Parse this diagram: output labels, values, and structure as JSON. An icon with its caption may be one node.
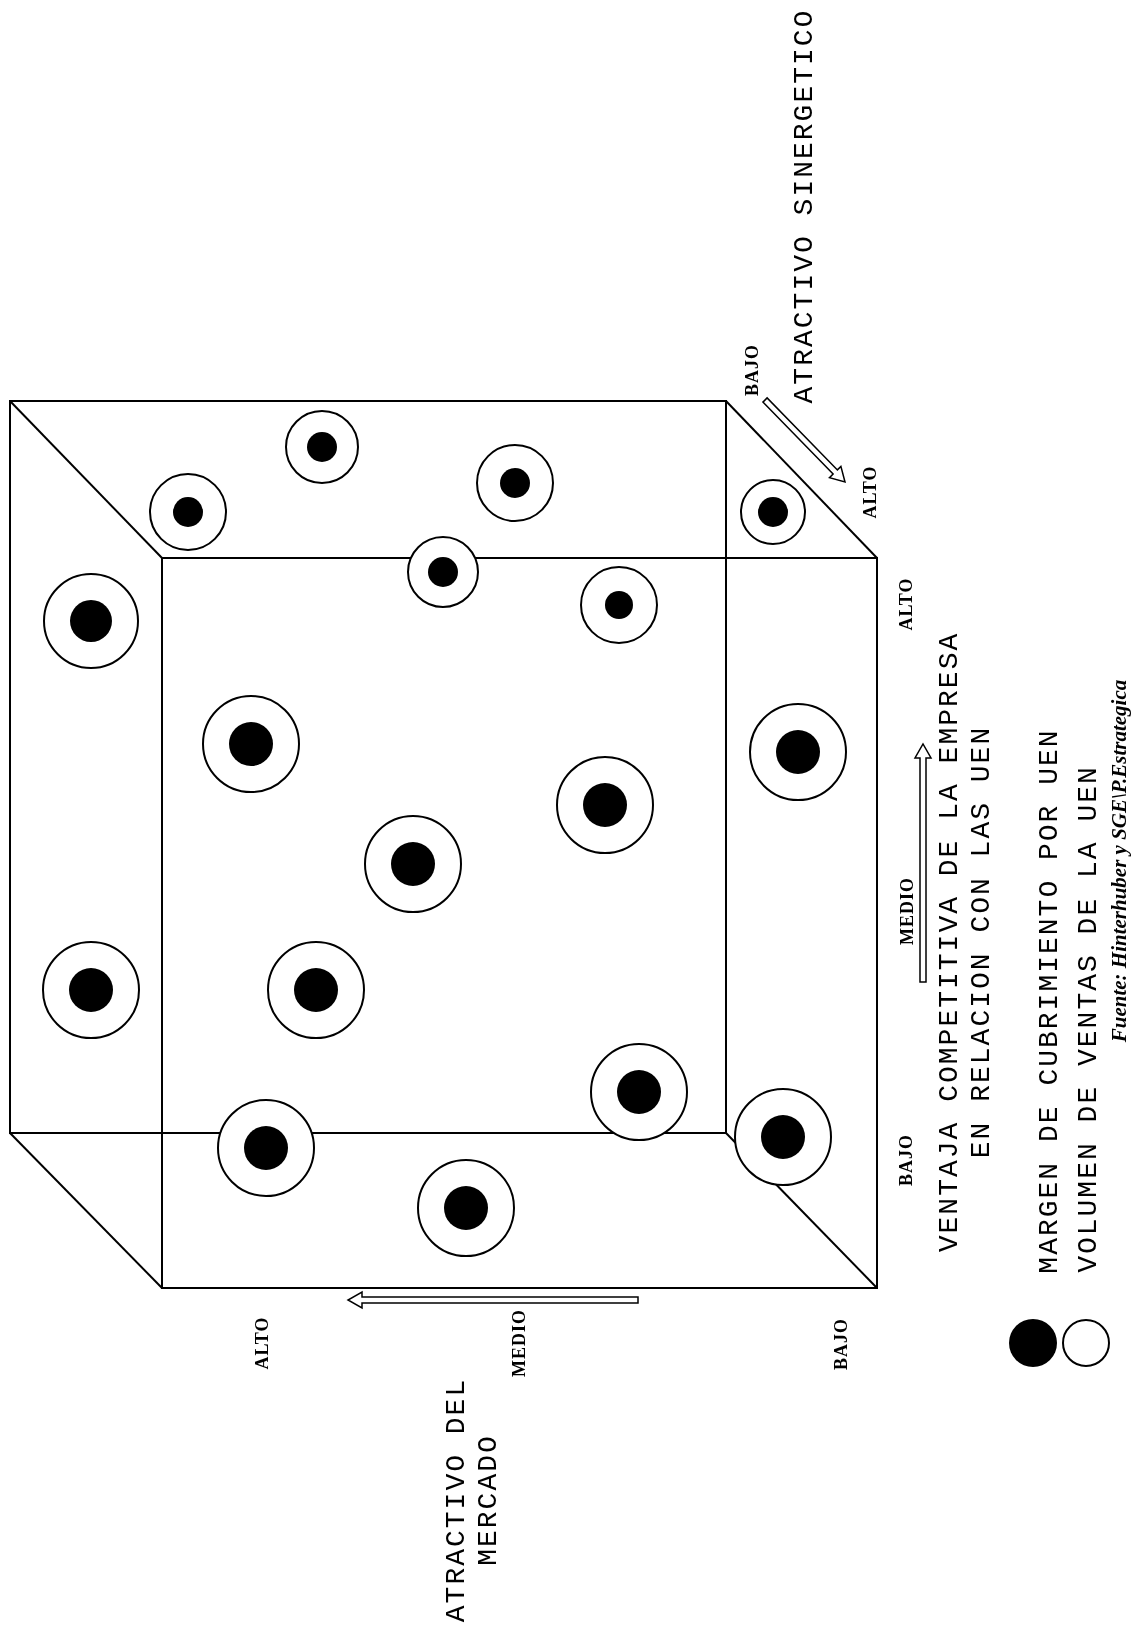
{
  "diagram": {
    "caption": "Fuente: Hinterhuber y SGE\\P.Estrategica",
    "labels": [
      "ATRACTIVO SINERGETICO",
      "BAJO",
      "ALTO",
      "ALTO",
      "MEDIO",
      "BAJO",
      "VENTAJA COMPETITIVA DE LA EMPRESA EN RELACION CON LAS UEN",
      "ALTO",
      "MEDIO",
      "BAJO",
      "ATRACTIVO DEL MERCADO"
    ],
    "legend": [
      {
        "text": "MARGEN DE CUBRIMIENTO POR UEN",
        "color": "#000000"
      },
      {
        "text": "VOLUMEN DE VENTAS DE LA UEN"
      }
    ]
  }
}
